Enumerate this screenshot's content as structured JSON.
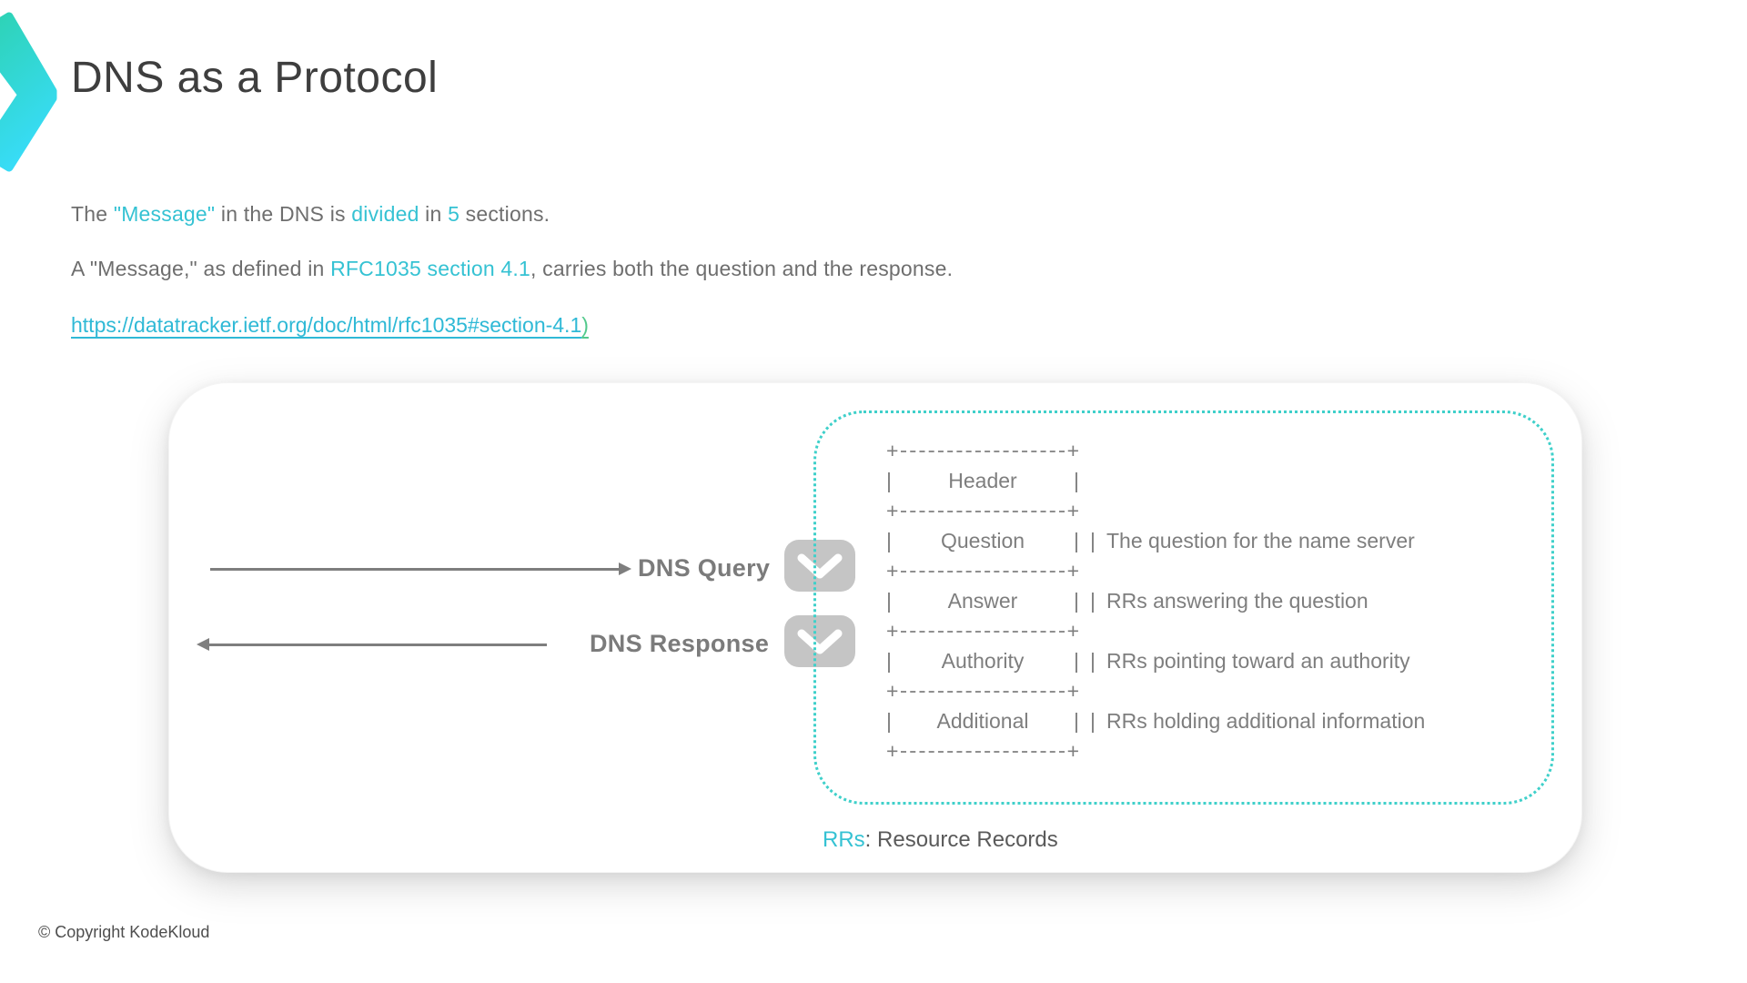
{
  "colors": {
    "accent_teal": "#35c2d3",
    "link_teal": "#2fb9d6",
    "link_green": "#52c98b",
    "dotted_border": "#3fd0ca",
    "gray_text": "#6e6e6e"
  },
  "header": {
    "title": "DNS as a Protocol"
  },
  "intro": {
    "p1": {
      "parts": [
        "The ",
        "\"Message\"",
        " in the DNS is ",
        "divided",
        " in ",
        "5",
        " sections."
      ]
    },
    "p2": {
      "parts": [
        "A \"Message,\" as defined in ",
        "RFC1035 section 4.1",
        ", carries both the question and the response."
      ]
    },
    "link": {
      "text": "https://datatracker.ietf.org/doc/html/rfc1035#section-4.1",
      "suffix": ")"
    }
  },
  "diagram": {
    "query_label": "DNS Query",
    "response_label": "DNS Response",
    "glyphs": {
      "pipe": "|",
      "plus": "+"
    },
    "sections": [
      {
        "label": "Header",
        "desc": ""
      },
      {
        "label": "Question",
        "desc": "The question for the name server"
      },
      {
        "label": "Answer",
        "desc": "RRs answering the question"
      },
      {
        "label": "Authority",
        "desc": "RRs pointing toward an authority"
      },
      {
        "label": "Additional",
        "desc": "RRs holding additional information"
      }
    ],
    "note": {
      "abbr": "RRs",
      "rest": ": Resource Records"
    }
  },
  "footer": {
    "copyright": "© Copyright KodeKloud"
  }
}
